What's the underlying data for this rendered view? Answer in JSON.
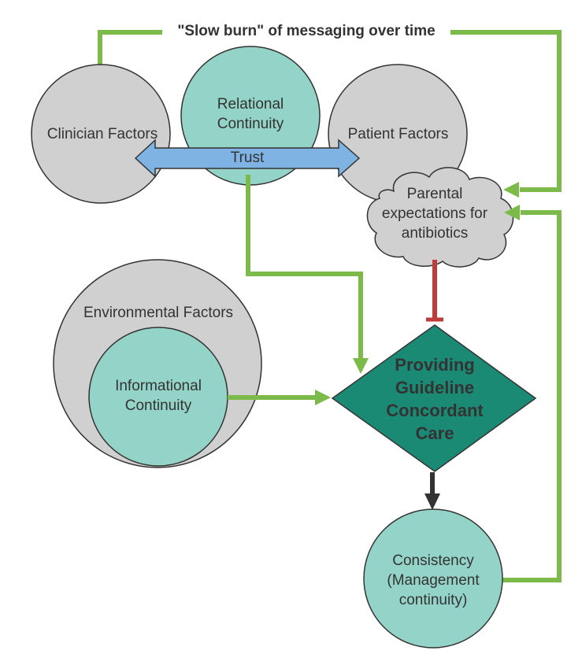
{
  "title": "\"Slow burn\" of messaging over time",
  "nodes": {
    "clinician": "Clinician Factors",
    "relational": "Relational Continuity",
    "patient": "Patient Factors",
    "trust": "Trust",
    "parental": "Parental expectations for antibiotics",
    "environmental": "Environmental Factors",
    "informational": "Informational Continuity",
    "outcome": "Providing Guideline Concordant Care",
    "consistency": "Consistency (Management continuity)"
  },
  "colors": {
    "grey_fill": "#d0d0d0",
    "teal_fill": "#94d4c8",
    "dark_teal_fill": "#1b8a74",
    "trust_arrow": "#7fb3e3",
    "green_arrow": "#7cbb4a",
    "red_inhibitor": "#c23b3b",
    "black_arrow": "#333333"
  },
  "connections": [
    {
      "from": "title",
      "to": "clinician",
      "style": "green"
    },
    {
      "from": "title",
      "to": "parental",
      "style": "green-arrow"
    },
    {
      "from": "trust",
      "to": "outcome",
      "style": "green-arrow"
    },
    {
      "from": "informational",
      "to": "outcome",
      "style": "green-arrow"
    },
    {
      "from": "parental",
      "to": "outcome",
      "style": "red-inhibitor"
    },
    {
      "from": "outcome",
      "to": "consistency",
      "style": "black-arrow"
    },
    {
      "from": "consistency",
      "to": "parental",
      "style": "green-arrow"
    }
  ]
}
